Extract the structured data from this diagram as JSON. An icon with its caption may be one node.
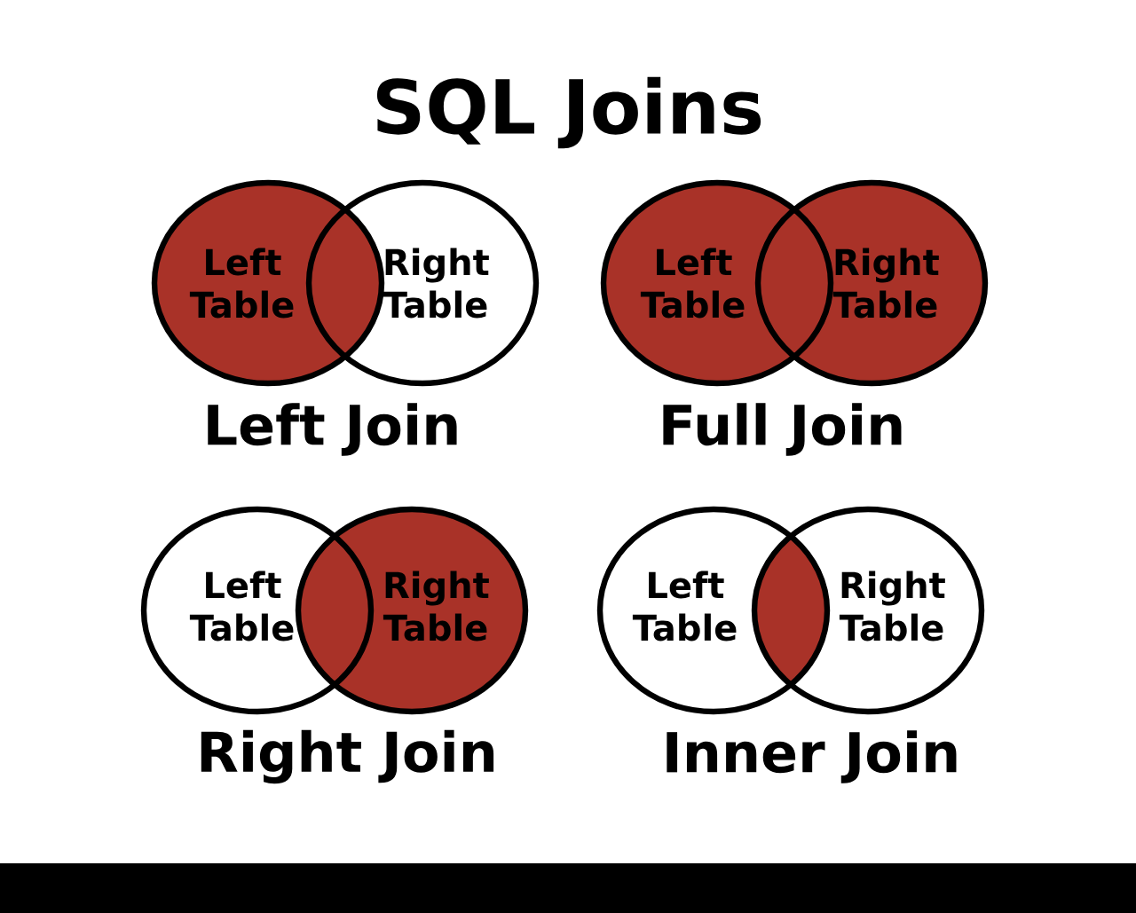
{
  "diagram": {
    "title": "SQL Joins",
    "nodes": [
      {
        "text": [
          "Left Table"
        ]
      },
      {
        "text": [
          "Right Table"
        ]
      },
      {
        "text": [
          "Left Table"
        ]
      },
      {
        "text": [
          "Right Table"
        ]
      },
      {
        "text": [
          "Left Table"
        ]
      },
      {
        "text": [
          "Right Table"
        ]
      },
      {
        "text": [
          "Left Table"
        ]
      },
      {
        "text": [
          "Right Table"
        ]
      }
    ],
    "labels": [
      "Left Join",
      "Full Join",
      "Right Join",
      "Inner Join"
    ]
  }
}
